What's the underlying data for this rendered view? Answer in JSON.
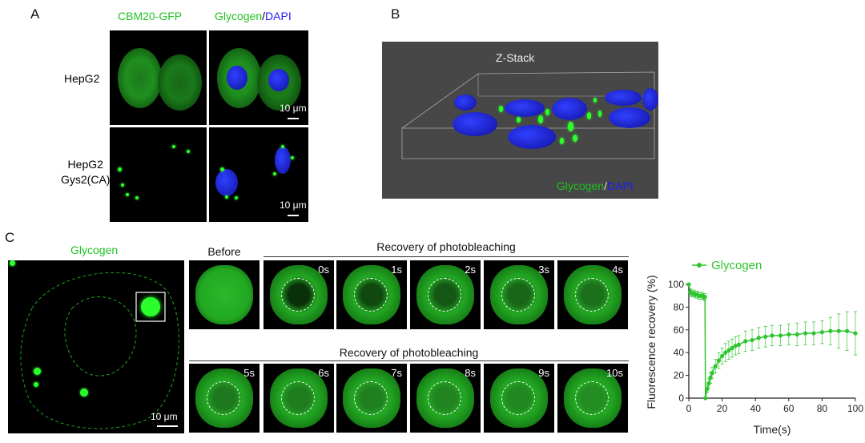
{
  "panels": {
    "a": {
      "label": "A",
      "col_headers": {
        "left": "CBM20-GFP",
        "right_green": "Glycogen",
        "right_sep": "/",
        "right_blue": "DAPI"
      },
      "row_labels": [
        "HepG2",
        "HepG2\nGys2(CA)"
      ],
      "row_label_lines": {
        "r1": "HepG2",
        "r2a": "HepG2",
        "r2b": "Gys2(CA)"
      },
      "scale_bar": "10 μm"
    },
    "b": {
      "label": "B",
      "title": "Z-Stack",
      "legend_green": "Glycogen",
      "legend_sep": "/",
      "legend_blue": "DAPI"
    },
    "c": {
      "label": "C",
      "main_title": "Glycogen",
      "scale_bar": "10 μm",
      "before_label": "Before",
      "recovery_header_1": "Recovery of photobleaching",
      "recovery_header_2": "Recovery of photobleaching",
      "timepoints_row1": [
        "0s",
        "1s",
        "2s",
        "3s",
        "4s"
      ],
      "timepoints_row2": [
        "5s",
        "6s",
        "7s",
        "8s",
        "9s",
        "10s"
      ]
    }
  },
  "colors": {
    "green": "#22c322",
    "blue": "#1a1aff",
    "plot_green": "#2ec52e"
  },
  "chart_data": {
    "type": "line",
    "title": "",
    "xlabel": "Time(s)",
    "ylabel": "Fluorescence recovery (%)",
    "xlim": [
      0,
      100
    ],
    "ylim": [
      0,
      100
    ],
    "xticks": [
      "0",
      "20",
      "40",
      "60",
      "80",
      "100"
    ],
    "yticks": [
      "0",
      "20",
      "40",
      "60",
      "80",
      "100"
    ],
    "legend": {
      "position": "top-left",
      "entries": [
        "Glycogen"
      ]
    },
    "series": [
      {
        "name": "Glycogen",
        "x": [
          0,
          1,
          2,
          3,
          4,
          5,
          6,
          7,
          8,
          9,
          9.7,
          10,
          11,
          12,
          13,
          14,
          16,
          18,
          20,
          22,
          24,
          26,
          28,
          30,
          34,
          38,
          42,
          46,
          50,
          55,
          60,
          65,
          70,
          75,
          80,
          85,
          90,
          95,
          100
        ],
        "y": [
          100,
          93,
          92,
          92,
          91,
          91,
          90,
          90,
          90,
          89,
          89,
          0,
          8,
          13,
          18,
          22,
          28,
          33,
          37,
          40,
          42,
          44,
          46,
          47,
          50,
          51,
          53,
          54,
          55,
          55,
          56,
          56,
          57,
          57,
          58,
          59,
          59,
          59,
          57
        ],
        "error": [
          1,
          3,
          3,
          3,
          3,
          3,
          3,
          3,
          3,
          3,
          3,
          1,
          3,
          4,
          5,
          5,
          6,
          7,
          7,
          8,
          8,
          8,
          8,
          8,
          9,
          9,
          9,
          9,
          9,
          9,
          9,
          10,
          10,
          10,
          10,
          12,
          15,
          17,
          19
        ]
      }
    ]
  }
}
